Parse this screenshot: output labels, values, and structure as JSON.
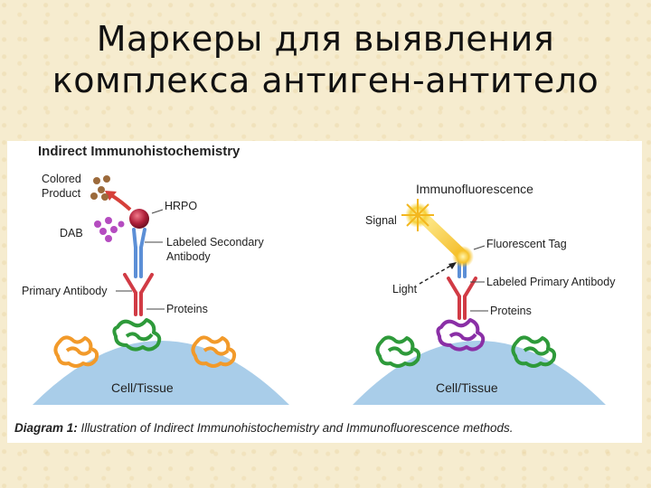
{
  "slide": {
    "title_line1": "Маркеры для выявления",
    "title_line2": "комплекса антиген-антитело"
  },
  "left_panel": {
    "heading": "Indirect Immunohistochemistry",
    "colored_product_line1": "Colored",
    "colored_product_line2": "Product",
    "hrpo": "HRPO",
    "dab": "DAB",
    "labeled_secondary_line1": "Labeled Secondary",
    "labeled_secondary_line2": "Antibody",
    "primary_antibody": "Primary Antibody",
    "proteins": "Proteins",
    "cell_tissue": "Cell/Tissue"
  },
  "right_panel": {
    "heading": "Immunofluorescence",
    "signal": "Signal",
    "fluorescent_tag": "Fluorescent Tag",
    "light": "Light",
    "labeled_primary": "Labeled Primary Antibody",
    "proteins": "Proteins",
    "cell_tissue": "Cell/Tissue"
  },
  "caption": {
    "label": "Diagram 1:",
    "text": "Illustration of Indirect Immunohistochemistry and Immunofluorescence methods."
  },
  "colors": {
    "cell": "#a9cde9",
    "antibody_blue": "#5c8fd6",
    "antibody_red": "#d13b45",
    "protein_green": "#2e9a3a",
    "protein_orange": "#f29a2a",
    "protein_purple": "#8a2fa6",
    "dab_purple": "#b54cc0",
    "product_brown": "#9c6a3b",
    "hrpo_red": "#b0203a",
    "fluor_yellow": "#f6d23a"
  }
}
